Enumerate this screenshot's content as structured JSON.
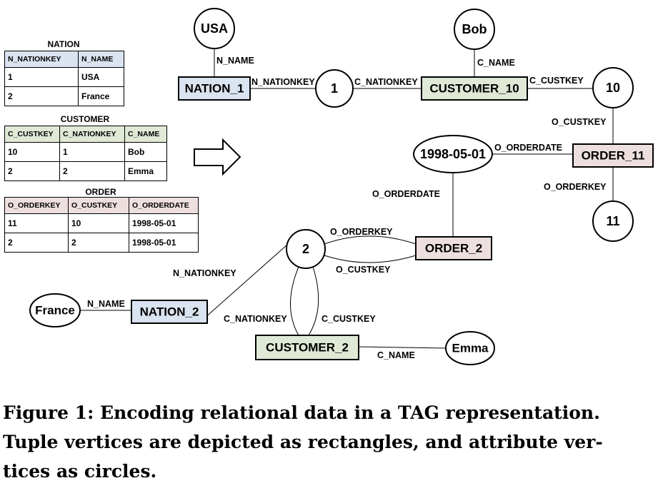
{
  "tables": {
    "nation": {
      "title": "NATION",
      "columns": [
        "N_NATIONKEY",
        "N_NAME"
      ],
      "rows": [
        [
          "1",
          "USA"
        ],
        [
          "2",
          "France"
        ]
      ]
    },
    "customer": {
      "title": "CUSTOMER",
      "columns": [
        "C_CUSTKEY",
        "C_NATIONKEY",
        "C_NAME"
      ],
      "rows": [
        [
          "10",
          "1",
          "Bob"
        ],
        [
          "2",
          "2",
          "Emma"
        ]
      ]
    },
    "order": {
      "title": "ORDER",
      "columns": [
        "O_ORDERKEY",
        "O_CUSTKEY",
        "O_ORDERDATE"
      ],
      "rows": [
        [
          "11",
          "10",
          "1998-05-01"
        ],
        [
          "2",
          "2",
          "1998-05-01"
        ]
      ]
    }
  },
  "colors": {
    "nation_fill": "#dae3f0",
    "customer_fill": "#dfe9d6",
    "order_fill": "#eedfdf"
  },
  "graph": {
    "tuple_vertices": {
      "nation_1": "NATION_1",
      "customer_10": "CUSTOMER_10",
      "order_11": "ORDER_11",
      "order_2": "ORDER_2",
      "nation_2": "NATION_2",
      "customer_2": "CUSTOMER_2"
    },
    "attribute_vertices": {
      "usa": "USA",
      "bob": "Bob",
      "v1": "1",
      "v10": "10",
      "date": "1998-05-01",
      "v11": "11",
      "v2": "2",
      "france": "France",
      "emma": "Emma"
    },
    "edge_labels": {
      "usa_nation1": "N_NAME",
      "nation1_1": "N_NATIONKEY",
      "1_customer10": "C_NATIONKEY",
      "bob_customer10": "C_NAME",
      "customer10_10": "C_CUSTKEY",
      "10_order11": "O_CUSTKEY",
      "date_order11": "O_ORDERDATE",
      "order11_11": "O_ORDERKEY",
      "date_order2": "O_ORDERDATE",
      "2_order2_top": "O_ORDERKEY",
      "2_order2_bottom": "O_CUSTKEY",
      "2_nation2": "N_NATIONKEY",
      "france_nation2": "N_NAME",
      "2_customer2_left": "C_NATIONKEY",
      "2_customer2_right": "C_CUSTKEY",
      "customer2_emma": "C_NAME"
    }
  },
  "caption": {
    "line1": "Figure 1: Encoding relational data in a TAG representation.",
    "line2": "Tuple vertices are depicted as rectangles, and attribute ver-",
    "line3": "tices as circles."
  }
}
